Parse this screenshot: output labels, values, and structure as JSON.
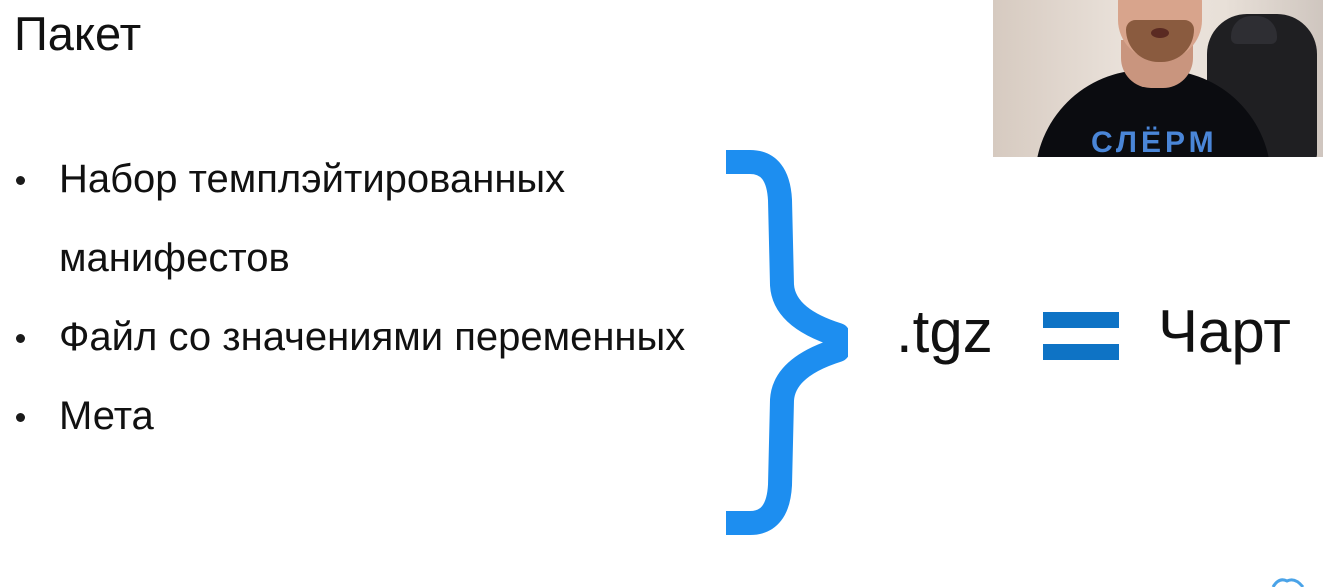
{
  "slide": {
    "title": "Пакет",
    "bullets": [
      "Набор темплэйтированных манифестов",
      "Файл со значениями переменных",
      "Мета"
    ],
    "equation": {
      "left": ".tgz",
      "right": "Чарт"
    },
    "accent_color": "#1d8ef0",
    "equals_color": "#0e73c5"
  },
  "webcam": {
    "shirt_text": "СЛЁРМ"
  }
}
